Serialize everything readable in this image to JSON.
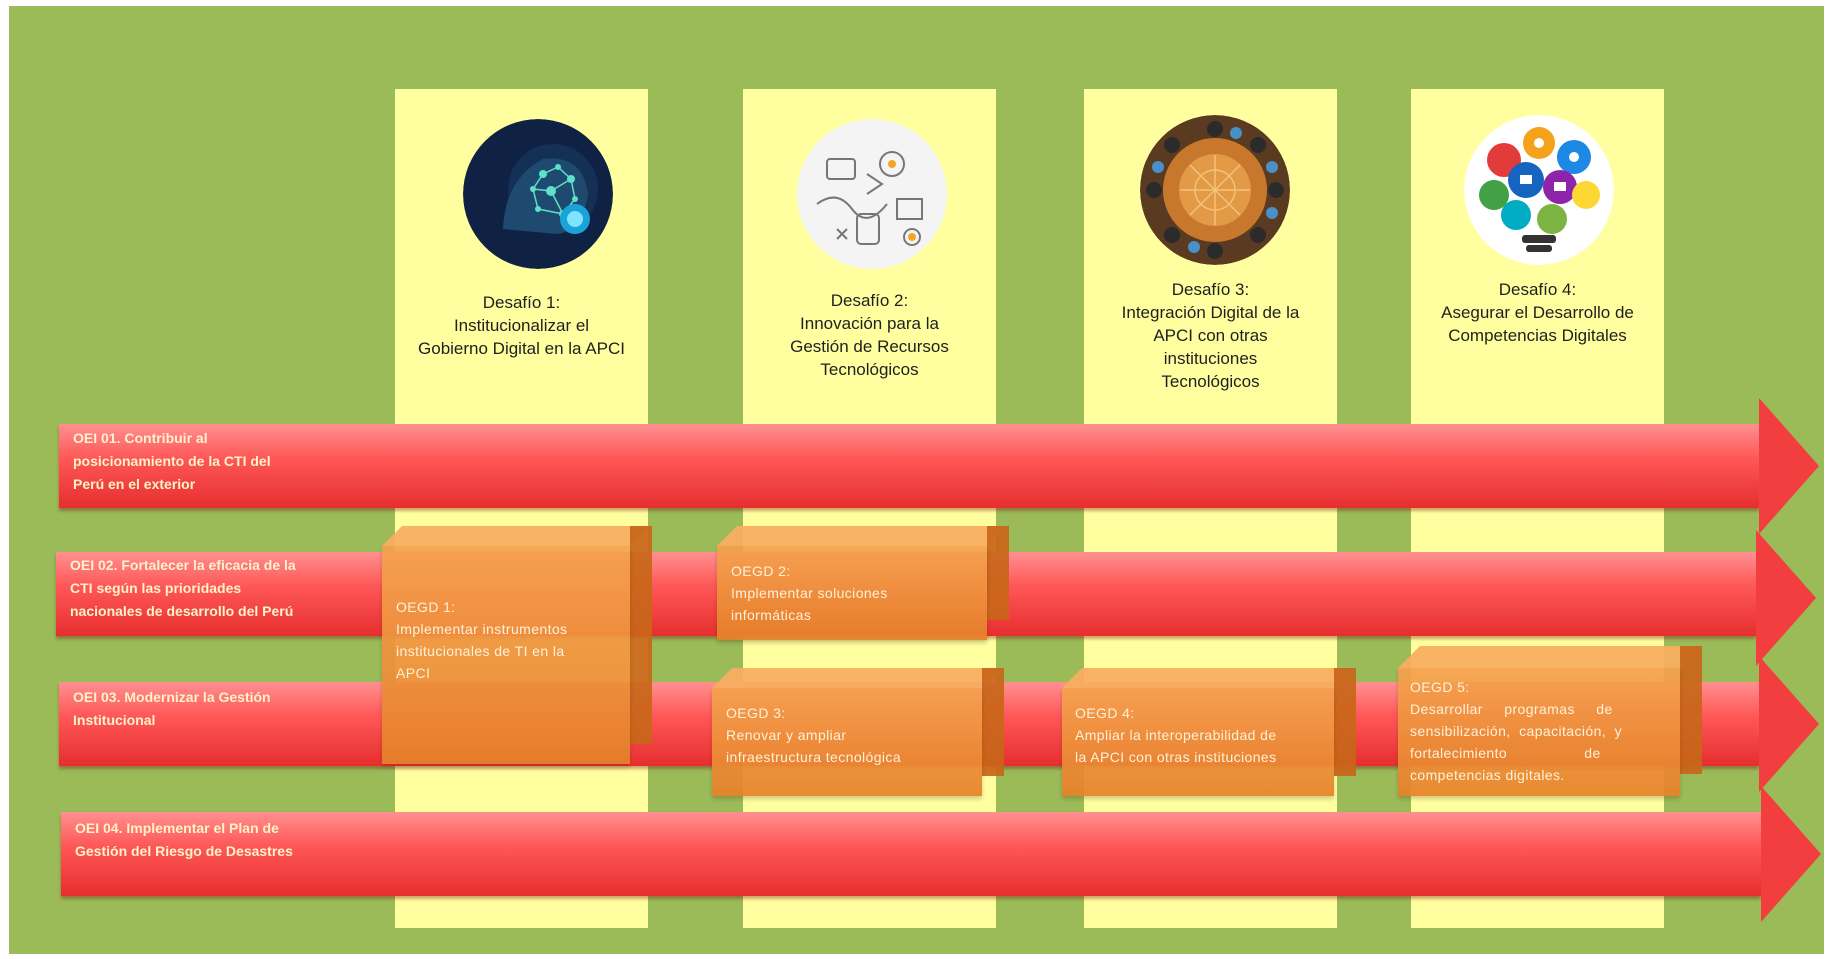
{
  "challenges": [
    {
      "lines": [
        "Desafío 1:",
        "Institucionalizar el",
        "Gobierno Digital en la APCI"
      ]
    },
    {
      "lines": [
        "Desafío 2:",
        "Innovación para la",
        "Gestión de Recursos",
        "Tecnológicos"
      ]
    },
    {
      "lines": [
        "Desafío 3:",
        "Integración Digital de la",
        "APCI con otras",
        "instituciones",
        "Tecnológicos"
      ]
    },
    {
      "lines": [
        "Desafío 4:",
        "Asegurar el Desarrollo de",
        "Competencias Digitales"
      ]
    }
  ],
  "objectives": [
    {
      "lines": [
        "OEI 01. Contribuir al",
        "posicionamiento  de la CTI  del",
        "Perú en el exterior"
      ]
    },
    {
      "lines": [
        "OEI 02. Fortalecer la eficacia  de la",
        "CTI según las prioridades",
        "nacionales de desarrollo del Perú"
      ]
    },
    {
      "lines": [
        "OEI 03. Modernizar la Gestión",
        "Institucional"
      ]
    },
    {
      "lines": [
        "OEI 04. Implementar el Plan de",
        "Gestión del Riesgo de Desastres"
      ]
    }
  ],
  "digital_objectives": [
    {
      "lines": [
        "OEGD 1:",
        "Implementar  instrumentos",
        "institucionales  de TI en la",
        "APCI"
      ]
    },
    {
      "lines": [
        "OEGD 2:",
        "Implementar soluciones",
        "informáticas"
      ]
    },
    {
      "lines": [
        "OEGD 3:",
        "Renovar y ampliar",
        "infraestructura tecnológica"
      ]
    },
    {
      "lines": [
        "OEGD 4:",
        "Ampliar  la  interoperabilidad de",
        "la APCI con otras instituciones"
      ]
    },
    {
      "lines": [
        "OEGD 5:",
        "Desarrollar     programas     de",
        "sensibilización,  capacitación,  y",
        "fortalecimiento                  de",
        "competencias digitales."
      ]
    }
  ],
  "icons": [
    "digital-head-tree-icon",
    "technology-doodle-icon",
    "connected-people-globe-icon",
    "lightbulb-apps-icon"
  ],
  "colors": {
    "background": "#9bbb59",
    "column": "#ffff9f",
    "arrow": "#f04040",
    "box": "#f08c3a"
  }
}
